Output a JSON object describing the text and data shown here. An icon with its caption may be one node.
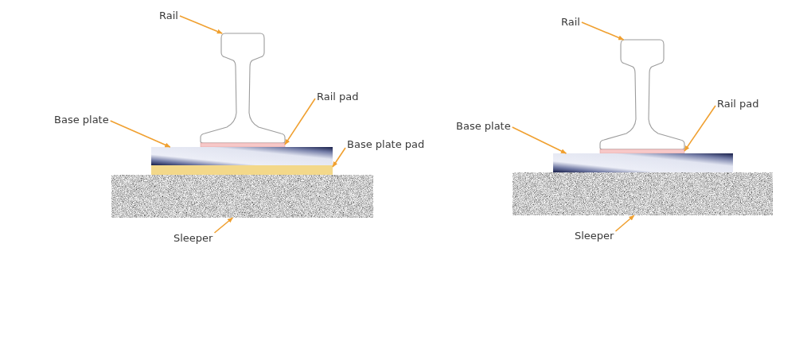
{
  "diagram": {
    "nodes": [
      {
        "text": [
          "Rail"
        ]
      },
      {
        "text": [],
        "shape": "picture"
      },
      {
        "text": [
          "Rail pad"
        ]
      },
      {
        "text": [],
        "shape": "bar"
      },
      {
        "text": [
          "Base plate"
        ]
      },
      {
        "text": [],
        "shape": "bar"
      },
      {
        "text": [
          "Base plate pad"
        ]
      },
      {
        "text": [],
        "shape": "bar"
      },
      {
        "text": [
          "Sleeper"
        ]
      },
      {
        "text": [],
        "shape": "box"
      },
      {
        "text": [
          "Rail"
        ]
      },
      {
        "text": [],
        "shape": "picture"
      },
      {
        "text": [
          "Rail pad"
        ]
      },
      {
        "text": [],
        "shape": "bar"
      },
      {
        "text": [
          "Base plate"
        ]
      },
      {
        "text": [],
        "shape": "bar"
      },
      {
        "text": [
          "Sleeper"
        ]
      },
      {
        "text": [],
        "shape": "box"
      }
    ],
    "edges": [
      {
        "from": 0,
        "to": 1,
        "arrow": "to"
      },
      {
        "from": 2,
        "to": 3,
        "arrow": "to"
      },
      {
        "from": 4,
        "to": 5,
        "arrow": "to"
      },
      {
        "from": 6,
        "to": 7,
        "arrow": "to"
      },
      {
        "from": 8,
        "to": 9,
        "arrow": "to"
      },
      {
        "from": 10,
        "to": 11,
        "arrow": "to"
      },
      {
        "from": 12,
        "to": 13,
        "arrow": "to"
      },
      {
        "from": 14,
        "to": 15,
        "arrow": "to"
      },
      {
        "from": 16,
        "to": 17,
        "arrow": "to"
      }
    ]
  }
}
